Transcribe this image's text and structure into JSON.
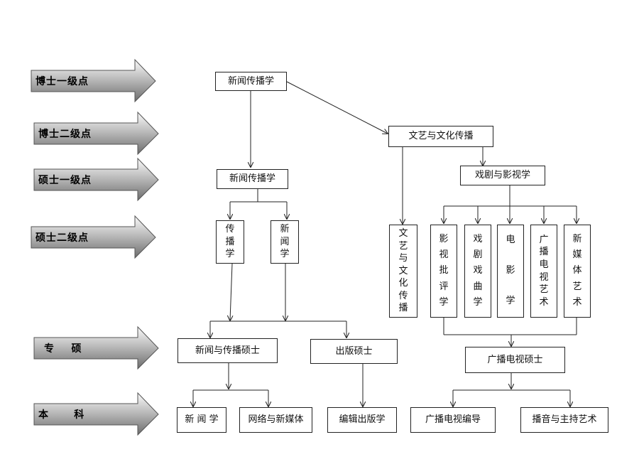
{
  "levels": [
    {
      "id": "boshi-yiji",
      "label": "博士一级点"
    },
    {
      "id": "boshi-erji",
      "label": "博士二级点"
    },
    {
      "id": "shuoshi-yiji",
      "label": "硕士一级点"
    },
    {
      "id": "shuoshi-erji",
      "label": "硕士二级点"
    },
    {
      "id": "zhuanshuo",
      "label": "专    硕"
    },
    {
      "id": "benke",
      "label": "本      科"
    }
  ],
  "nodes": {
    "doctor_journalism": "新闻传播学",
    "doctor_arts_culture": "文艺与文化传播",
    "drama_film_tv": "戏剧与影视学",
    "master_journalism": "新闻传播学",
    "communication": "传播学",
    "journalism_master2": "新闻学",
    "arts_culture_master2": "文艺与文化传播",
    "film_criticism": "影视批评学",
    "drama_opera": "戏剧戏曲学",
    "film": "电影学",
    "broadcast_tv_art": "广播电视艺术",
    "new_media_art": "新媒体艺术",
    "mjc": "新闻与传播硕士",
    "publishing_master": "出版硕士",
    "broadcast_tv_master": "广播电视硕士",
    "ug_journalism": "新 闻 学",
    "ug_network_media": "网络与新媒体",
    "ug_editing_publishing": "编辑出版学",
    "ug_broadcast_directing": "广播电视编导",
    "ug_announcing_hosting": "播音与主持艺术"
  }
}
